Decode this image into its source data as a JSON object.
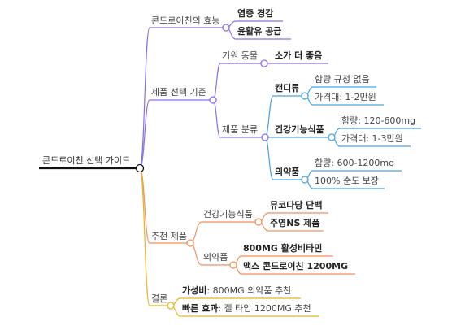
{
  "root": {
    "label": "콘드로이친 선택 가이드"
  },
  "branches": [
    {
      "label": "콘드로이친의 효능",
      "color": "#8B6FE8",
      "children": [
        {
          "label": "염증 경감"
        },
        {
          "label": "윤활유 공급"
        }
      ]
    },
    {
      "label": "제품 선택 기준",
      "color": "#8B6FE8",
      "children": [
        {
          "label": "기원 동물",
          "children": [
            {
              "label": "소가 더 좋음"
            }
          ]
        },
        {
          "label": "제품 분류",
          "color": "#4AA3DF",
          "children": [
            {
              "label": "캔디류",
              "children": [
                {
                  "label": "함량 규정 없음"
                },
                {
                  "label": "가격대: 1-2만원"
                }
              ]
            },
            {
              "label": "건강기능식품",
              "children": [
                {
                  "label": "함량: 120-600mg"
                },
                {
                  "label": "가격대: 1-3만원"
                }
              ]
            },
            {
              "label": "의약품",
              "children": [
                {
                  "label": "함량: 600-1200mg"
                },
                {
                  "label": "100% 순도 보장"
                }
              ]
            }
          ]
        }
      ]
    },
    {
      "label": "추천 제품",
      "color": "#F0915A",
      "children": [
        {
          "label": "건강기능식품",
          "children": [
            {
              "label": "뮤코다당 단백"
            },
            {
              "label": "주영NS 제품"
            }
          ]
        },
        {
          "label": "의약품",
          "children": [
            {
              "label": "800MG 활성비타민"
            },
            {
              "label": "맥스 콘드로이친 1200MG"
            }
          ]
        }
      ]
    },
    {
      "label": "결론",
      "color": "#E8B422",
      "children": [
        {
          "bold": "가성비",
          "rest": ": 800MG 의약품 추천"
        },
        {
          "bold": "빠른 효과",
          "rest": ": 겔 타입 1200MG 추천"
        }
      ]
    }
  ]
}
